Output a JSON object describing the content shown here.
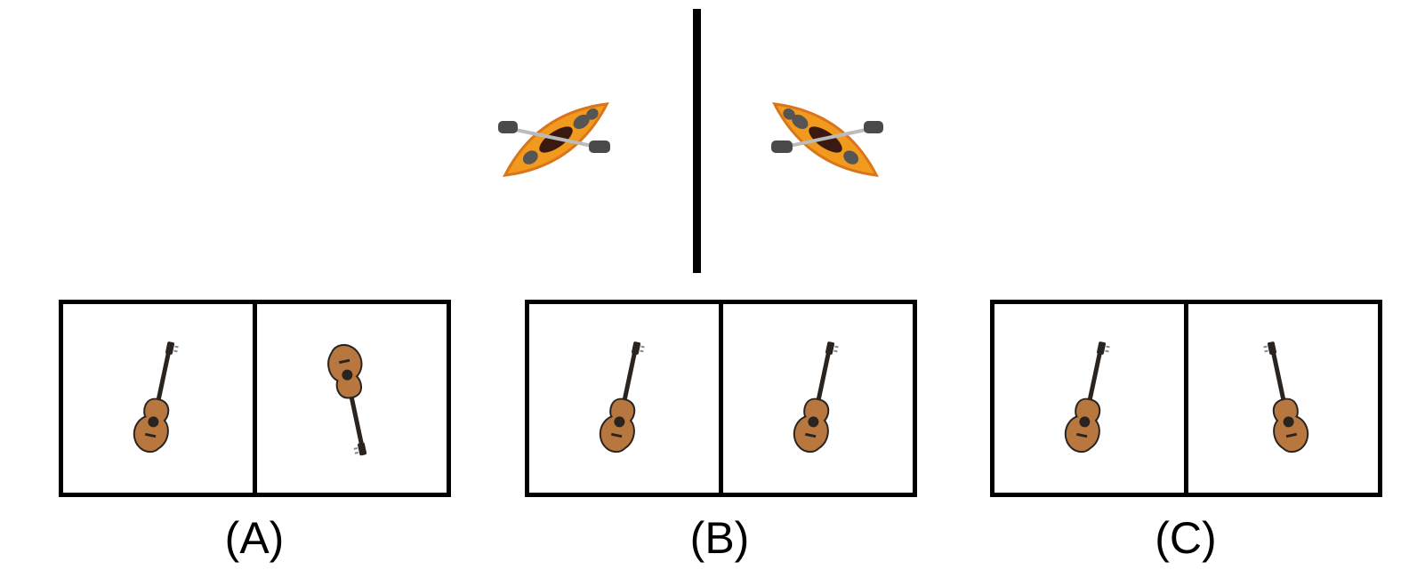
{
  "options": [
    {
      "label": "(A)"
    },
    {
      "label": "(B)"
    },
    {
      "label": "(C)"
    }
  ],
  "colors": {
    "kayak_body": "#f29a1e",
    "kayak_edge": "#d9751a",
    "paddle": "#4a4a4a",
    "guitar_body": "#b8773f",
    "guitar_neck": "#2a2420"
  },
  "icons": [
    "kayak-icon",
    "guitar-icon"
  ]
}
